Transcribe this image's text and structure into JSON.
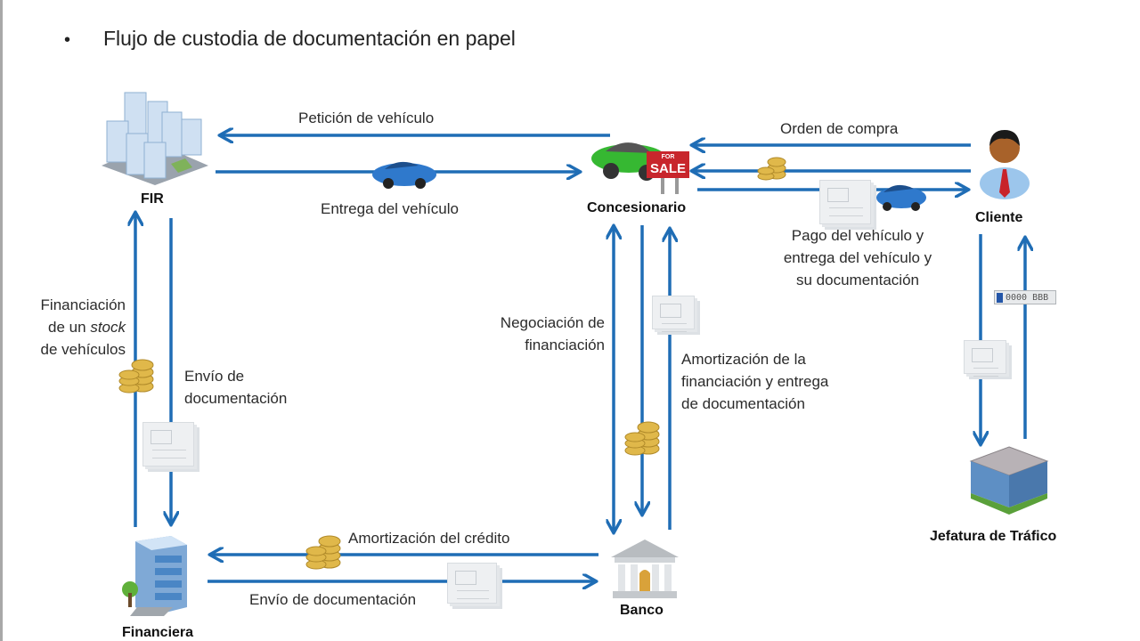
{
  "slide": {
    "title": "Flujo de custodia de documentación en papel",
    "accent_color": "#1f6db5"
  },
  "nodes": {
    "fir": {
      "label": "FIR",
      "icon": "office-buildings-icon"
    },
    "concesionario": {
      "label": "Concesionario",
      "icon": "car-for-sale-icon",
      "sign_small": "FOR",
      "sign_big": "SALE"
    },
    "cliente": {
      "label": "Cliente",
      "icon": "person-icon"
    },
    "financiera": {
      "label": "Financiera",
      "icon": "office-tower-icon"
    },
    "banco": {
      "label": "Banco",
      "icon": "bank-icon"
    },
    "jefatura": {
      "label": "Jefatura de Tráfico",
      "icon": "government-building-icon"
    }
  },
  "flows": {
    "peticion": "Petición de vehículo",
    "entrega_vehiculo": "Entrega del vehículo",
    "orden_compra": "Orden de compra",
    "pago_line1": "Pago del vehículo y",
    "pago_line2": "entrega del vehículo y",
    "pago_line3": "su documentación",
    "financiacion_line1": "Financiación",
    "financiacion_line2_pre": "de un ",
    "financiacion_line2_em": "stock",
    "financiacion_line3": "de vehículos",
    "envio_doc_fir_line1": "Envío de",
    "envio_doc_fir_line2": "documentación",
    "negociacion_line1": "Negociación de",
    "negociacion_line2": "financiación",
    "amortizacion_fin_line1": "Amortización de la",
    "amortizacion_fin_line2": "financiación y entrega",
    "amortizacion_fin_line3": "de documentación",
    "amortizacion_credito": "Amortización del crédito",
    "envio_doc_banco": "Envío de documentación"
  },
  "plate": {
    "text": "0000 BBB"
  }
}
